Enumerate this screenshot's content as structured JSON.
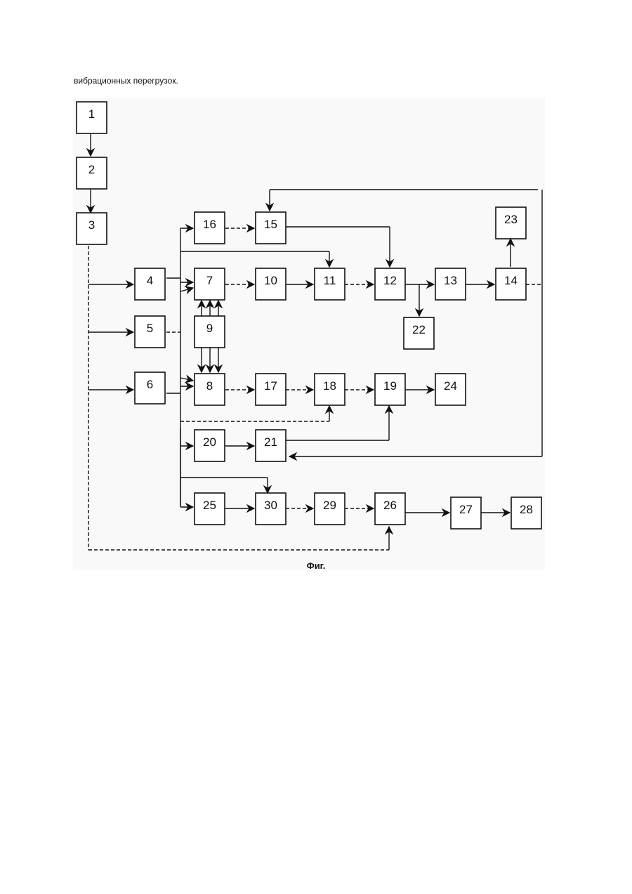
{
  "intro_text": "вибрационных перегрузок.",
  "caption": "Фиг.",
  "blocks": [
    {
      "id": "b1",
      "label": "1"
    },
    {
      "id": "b2",
      "label": "2"
    },
    {
      "id": "b3",
      "label": "3"
    },
    {
      "id": "b4",
      "label": "4"
    },
    {
      "id": "b5",
      "label": "5"
    },
    {
      "id": "b6",
      "label": "6"
    },
    {
      "id": "b7",
      "label": "7"
    },
    {
      "id": "b8",
      "label": "8"
    },
    {
      "id": "b9",
      "label": "9"
    },
    {
      "id": "b10",
      "label": "10"
    },
    {
      "id": "b11",
      "label": "11"
    },
    {
      "id": "b12",
      "label": "12"
    },
    {
      "id": "b13",
      "label": "13"
    },
    {
      "id": "b14",
      "label": "14"
    },
    {
      "id": "b15",
      "label": "15"
    },
    {
      "id": "b16",
      "label": "16"
    },
    {
      "id": "b17",
      "label": "17"
    },
    {
      "id": "b18",
      "label": "18"
    },
    {
      "id": "b19",
      "label": "19"
    },
    {
      "id": "b20",
      "label": "20"
    },
    {
      "id": "b21",
      "label": "21"
    },
    {
      "id": "b22",
      "label": "22"
    },
    {
      "id": "b23",
      "label": "23"
    },
    {
      "id": "b24",
      "label": "24"
    },
    {
      "id": "b25",
      "label": "25"
    },
    {
      "id": "b26",
      "label": "26"
    },
    {
      "id": "b27",
      "label": "27"
    },
    {
      "id": "b28",
      "label": "28"
    },
    {
      "id": "b29",
      "label": "29"
    },
    {
      "id": "b30",
      "label": "30"
    }
  ]
}
